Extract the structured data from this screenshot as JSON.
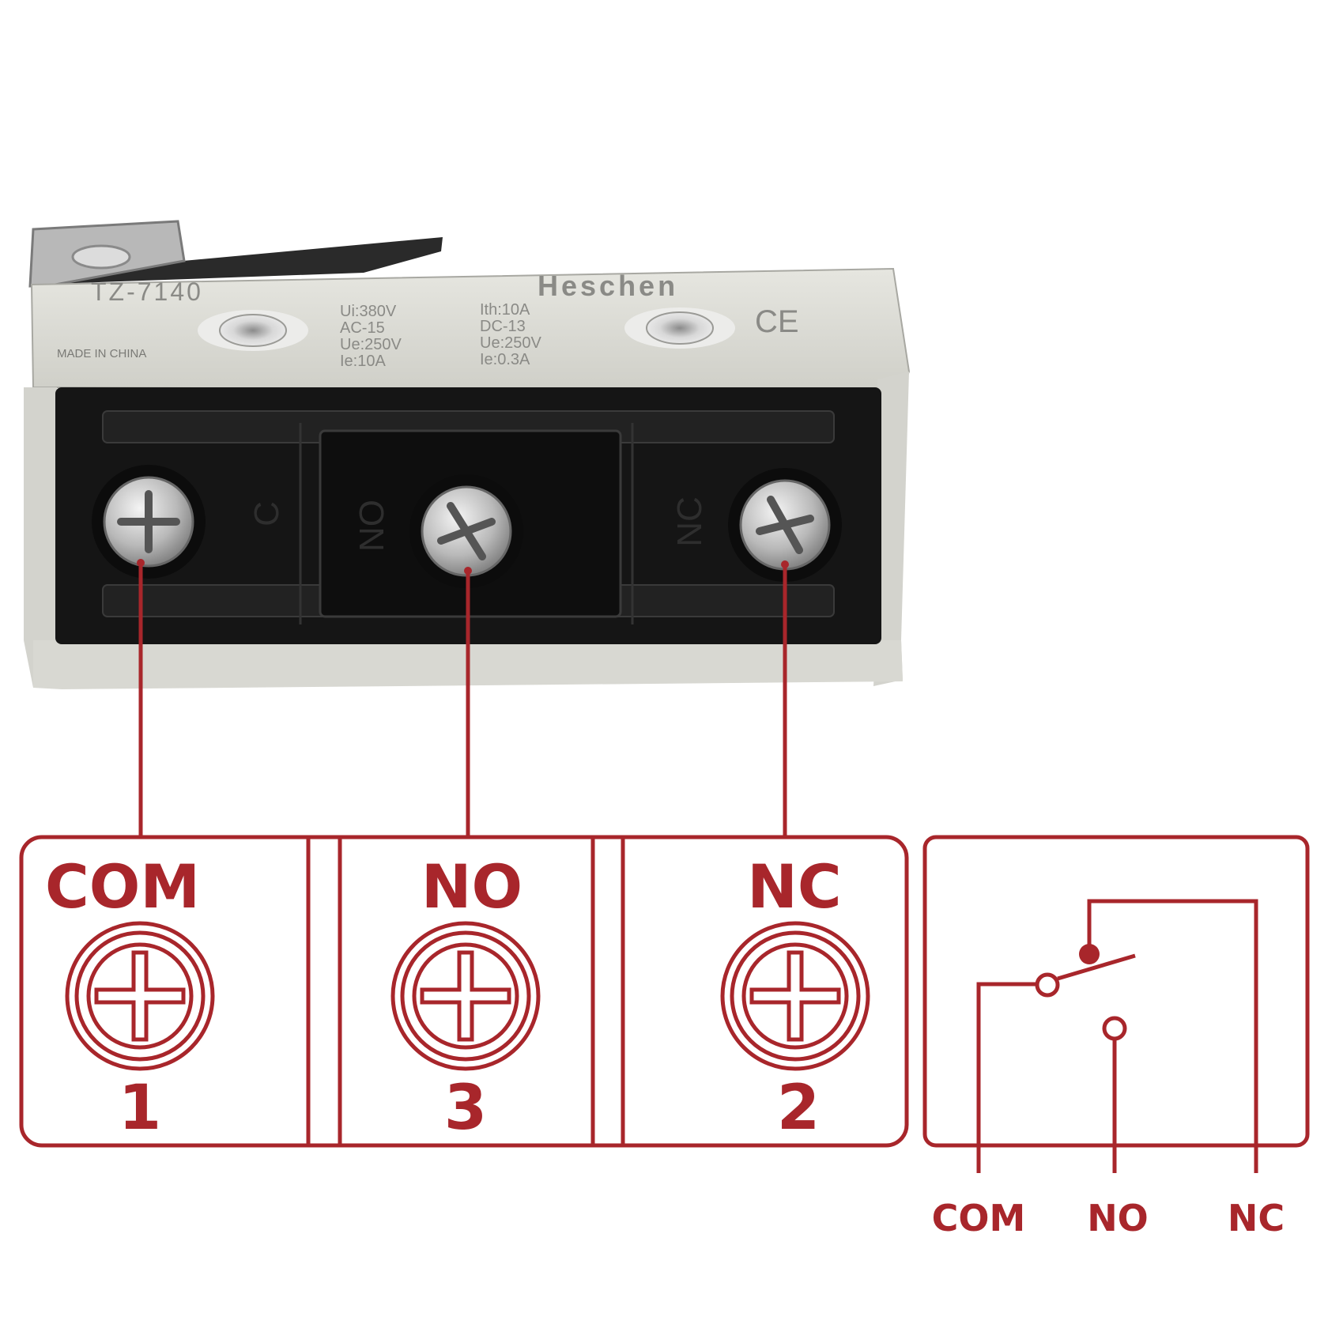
{
  "switch_body": {
    "model": "TZ-7140",
    "brand": "Heschen",
    "made_in": "MADE IN CHINA",
    "cert_mark": "CE",
    "ratings_left": [
      "Ui:380V",
      "AC-15",
      "Ue:250V",
      "Ie:10A"
    ],
    "ratings_right": [
      "Ith:10A",
      "DC-13",
      "Ue:250V",
      "Ie:0.3A"
    ],
    "terminal_labels": [
      "C",
      "NO",
      "NC"
    ]
  },
  "terminals": [
    {
      "name": "COM",
      "number": "1"
    },
    {
      "name": "NO",
      "number": "3"
    },
    {
      "name": "NC",
      "number": "2"
    }
  ],
  "schematic": {
    "labels": [
      "COM",
      "NO",
      "NC"
    ]
  },
  "colors": {
    "accent_red": "#a8262b",
    "body_gray": "#dcdcd6",
    "terminal_black": "#141414",
    "screw_silver": "#c9c9c9"
  }
}
